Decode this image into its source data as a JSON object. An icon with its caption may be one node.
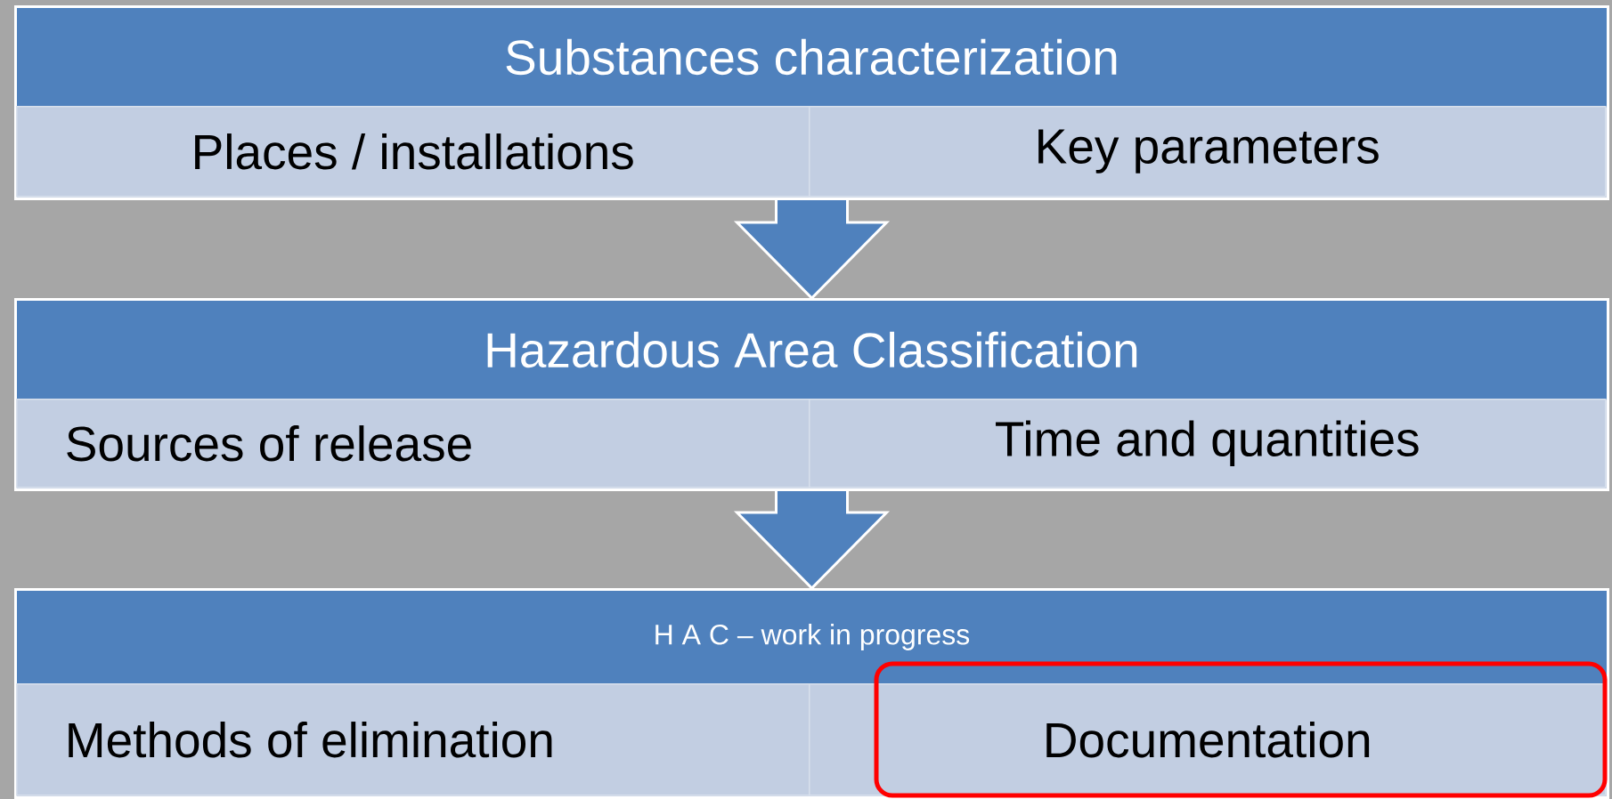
{
  "diagram": {
    "nodes": [
      {
        "text": [
          "Substances characterization"
        ]
      },
      {
        "text": [
          "Places / installations"
        ],
        "in": 0
      },
      {
        "text": [
          "Key parameters"
        ],
        "in": 0
      },
      {
        "text": [
          "Hazardous Area Classification"
        ]
      },
      {
        "text": [
          "Sources of release"
        ],
        "in": 3
      },
      {
        "text": [
          "Time and quantities"
        ],
        "in": 3
      },
      {
        "text": [
          "H A C – work in progress"
        ]
      },
      {
        "text": [
          "Methods of elimination"
        ],
        "in": 6
      },
      {
        "text": [
          "Documentation"
        ],
        "in": 6
      }
    ],
    "edges": [
      {
        "from": 0,
        "to": 3,
        "arrow": "to"
      },
      {
        "from": 3,
        "to": 6,
        "arrow": "to"
      }
    ]
  }
}
